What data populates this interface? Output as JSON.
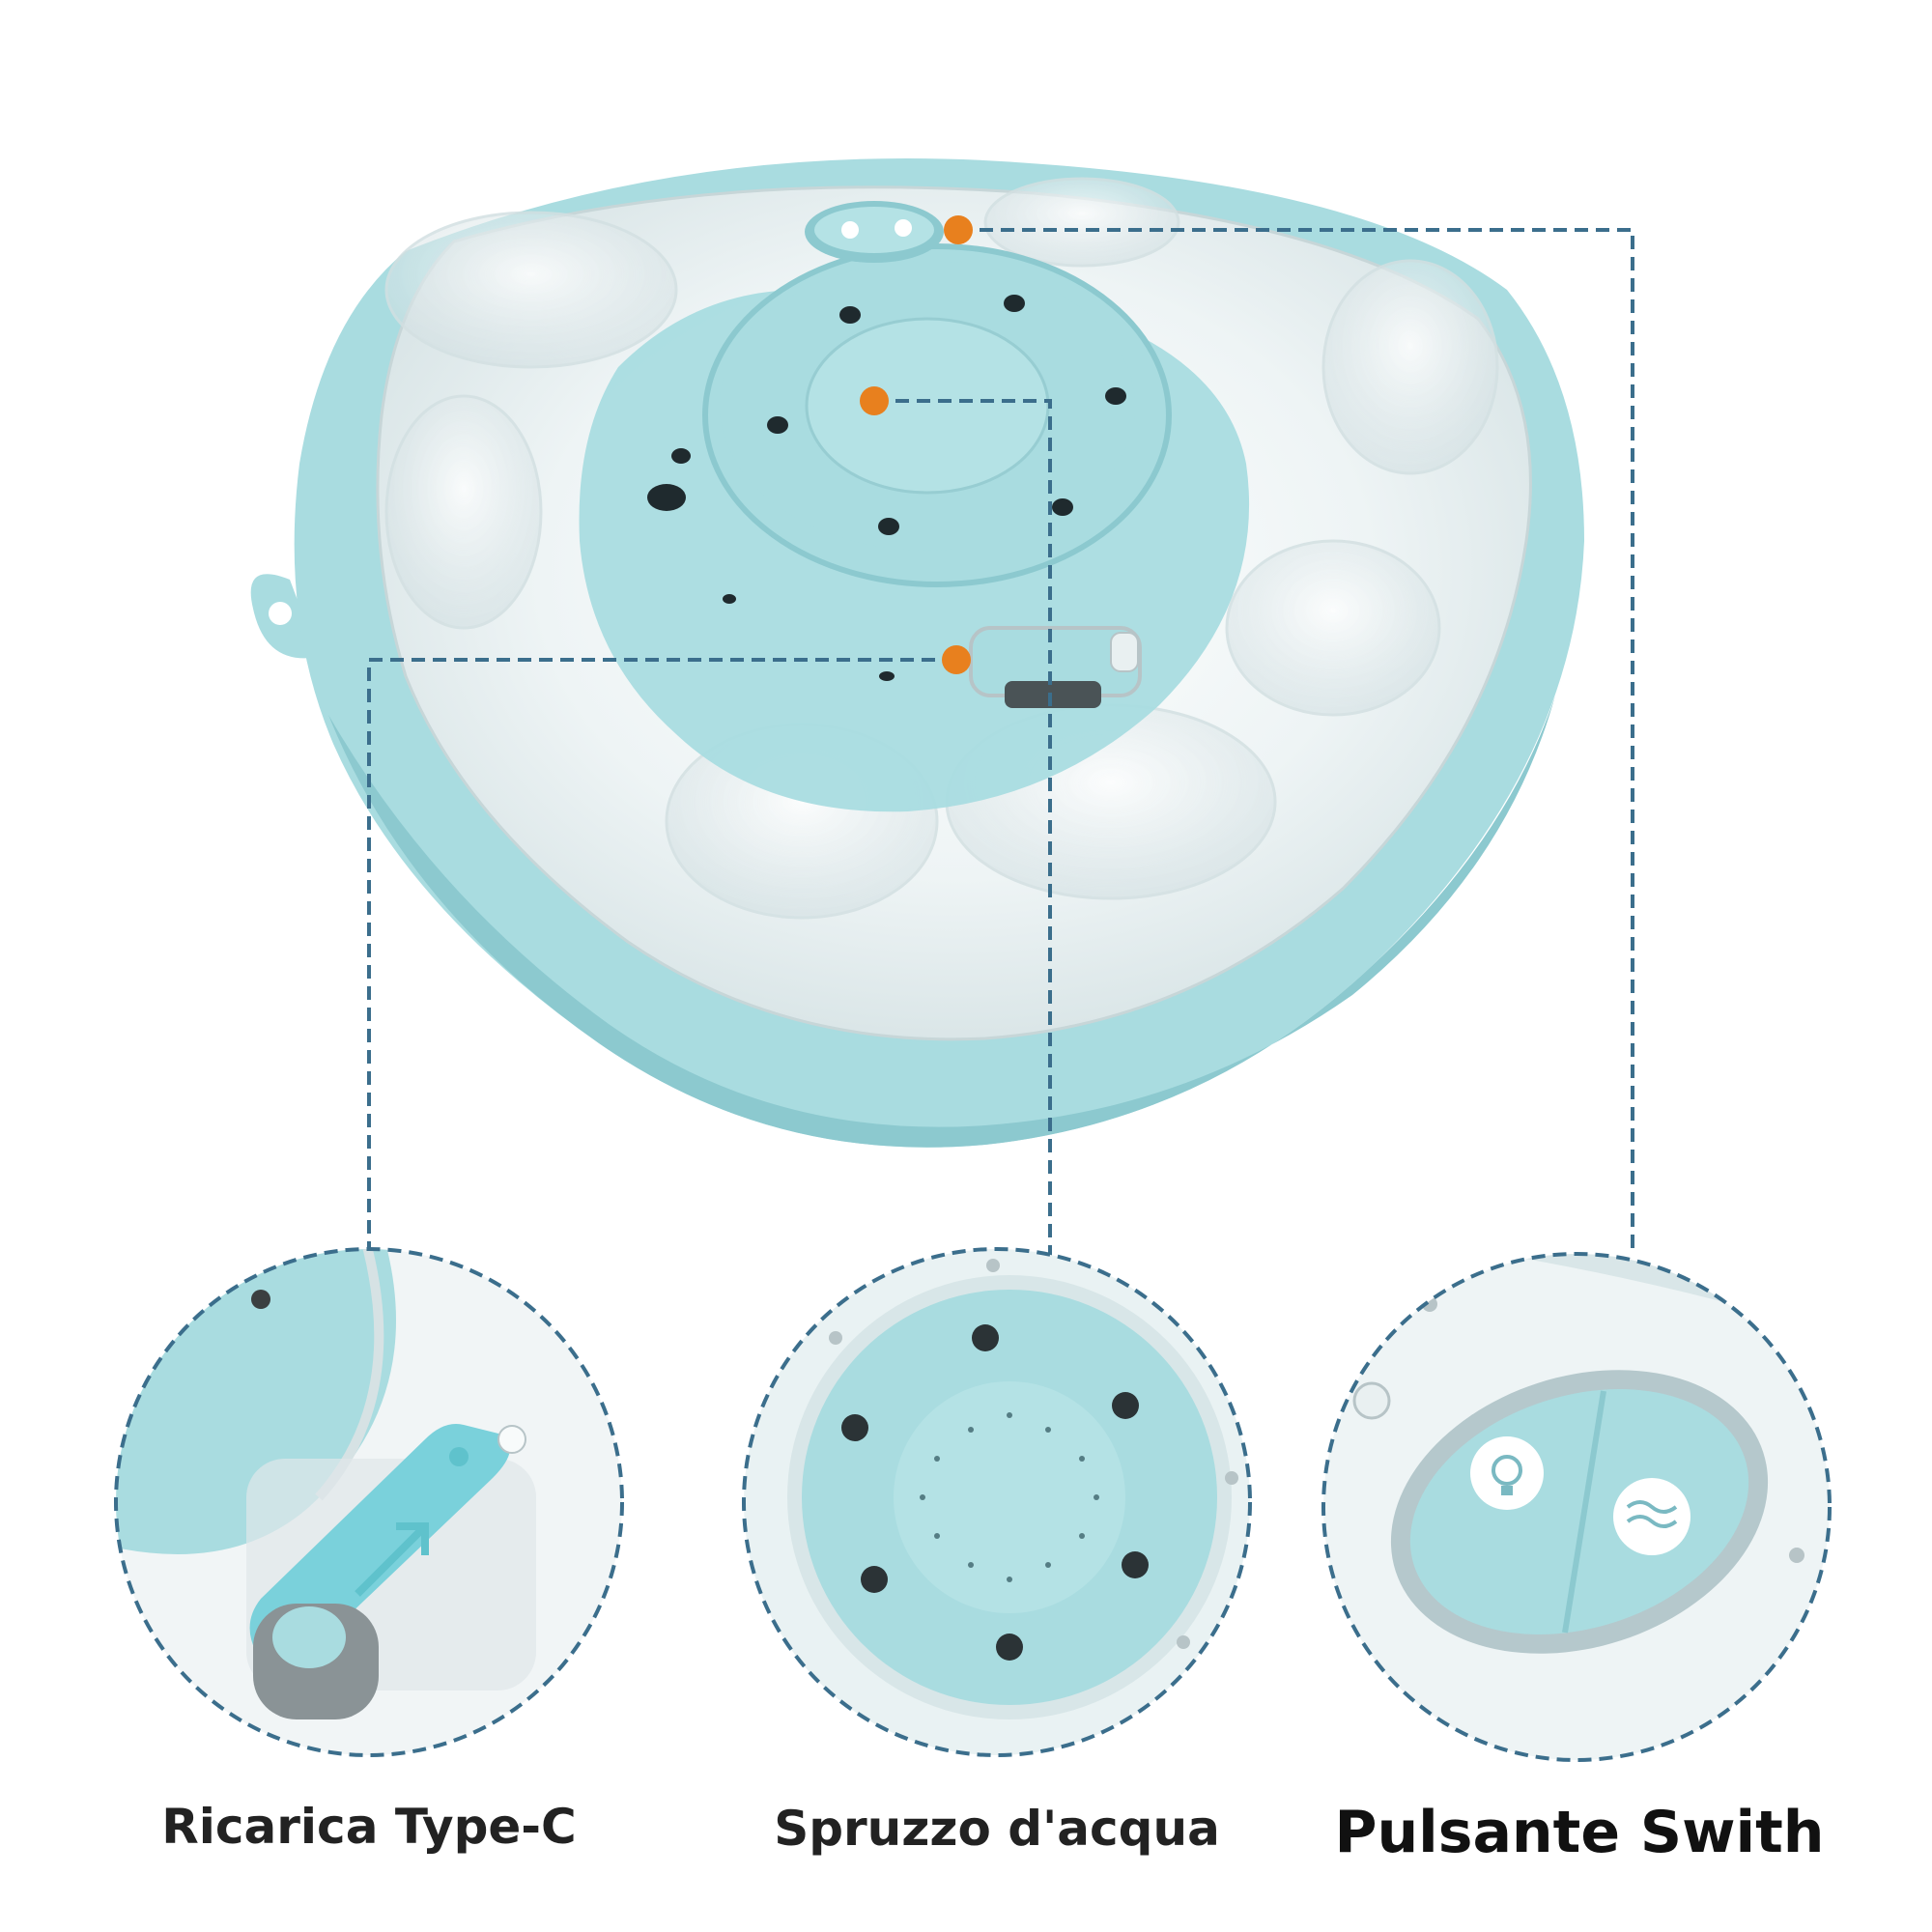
{
  "colors": {
    "accent": "#E8801E",
    "line": "#3B6E8C",
    "device_body": "#A9DCE0",
    "device_dark": "#8CC9CF",
    "label_text": "#222222"
  },
  "callouts": [
    {
      "id": "charging",
      "label": "Ricarica Type-C",
      "icon": "usb-icon"
    },
    {
      "id": "spray",
      "label": "Spruzzo d'acqua",
      "icon": "water-spray-icon"
    },
    {
      "id": "switch",
      "label": "Pulsante Swith",
      "icon": "light-bulb-icon"
    }
  ]
}
